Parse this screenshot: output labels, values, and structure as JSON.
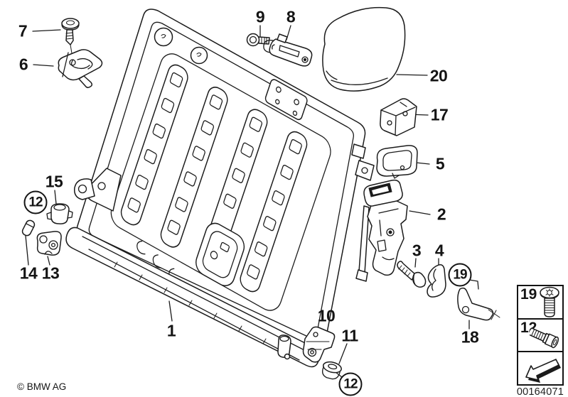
{
  "diagram": {
    "description": "Exploded parts diagram of a seat backrest frame with numbered callouts",
    "copyright": "© BMW AG",
    "image_number": "00164071",
    "colors": {
      "line": "#1b1b1b",
      "background": "#ffffff"
    },
    "callouts": [
      {
        "label": "7",
        "shape": "plain"
      },
      {
        "label": "6",
        "shape": "plain"
      },
      {
        "label": "9",
        "shape": "plain"
      },
      {
        "label": "8",
        "shape": "plain"
      },
      {
        "label": "20",
        "shape": "plain"
      },
      {
        "label": "17",
        "shape": "plain"
      },
      {
        "label": "5",
        "shape": "plain"
      },
      {
        "label": "2",
        "shape": "plain"
      },
      {
        "label": "15",
        "shape": "plain"
      },
      {
        "label": "12",
        "shape": "circled"
      },
      {
        "label": "14",
        "shape": "plain"
      },
      {
        "label": "13",
        "shape": "plain"
      },
      {
        "label": "1",
        "shape": "plain"
      },
      {
        "label": "10",
        "shape": "plain"
      },
      {
        "label": "11",
        "shape": "plain"
      },
      {
        "label": "12",
        "shape": "circled"
      },
      {
        "label": "3",
        "shape": "plain"
      },
      {
        "label": "4",
        "shape": "plain"
      },
      {
        "label": "19",
        "shape": "circled"
      },
      {
        "label": "18",
        "shape": "plain"
      }
    ],
    "legend": {
      "items": [
        {
          "label": "19",
          "icon": "oval-head-torx-screw-icon"
        },
        {
          "label": "12",
          "icon": "socket-head-bolt-icon"
        }
      ],
      "arrow_icon": "front-direction-arrow-icon"
    }
  }
}
